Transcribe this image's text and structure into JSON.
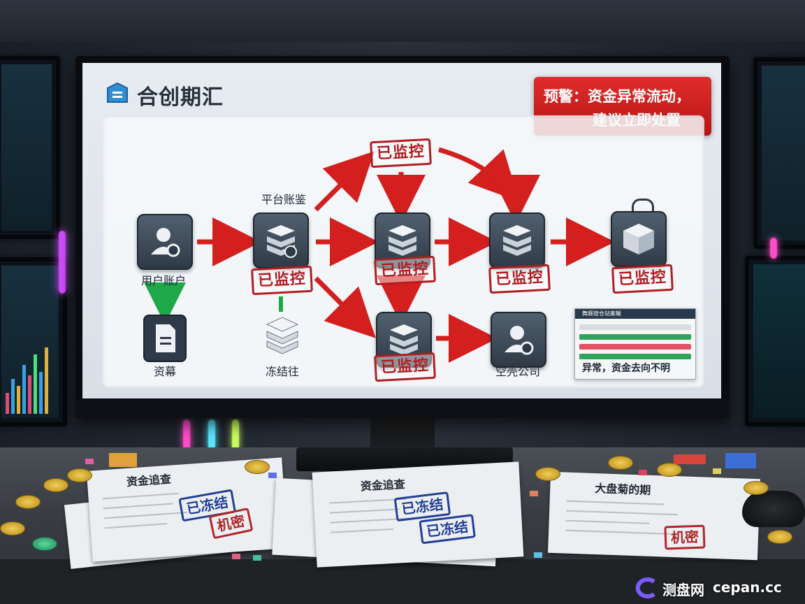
{
  "app": {
    "title": "合创期汇",
    "logo_icon": "shield-home-icon"
  },
  "alert": {
    "line1": "预警：资金异常流动，",
    "line2": "建议立即处置",
    "color": "#d42222"
  },
  "flow": {
    "nodes": {
      "user_account": {
        "label": "用户账户",
        "icon": "user-icon"
      },
      "source_doc": {
        "label": "资幕",
        "icon": "document-icon"
      },
      "platform_account": {
        "label": "平台账鉴",
        "icon": "server-stack-icon",
        "stamp": "已监控"
      },
      "frozen": {
        "label": "冻结往",
        "icon": "server-stack-icon"
      },
      "hub_top": {
        "stamp": "已监控",
        "icon": "server-stack-icon"
      },
      "mid_a": {
        "stamp": "已监控",
        "icon": "server-stack-icon"
      },
      "mid_b": {
        "stamp": "已监控",
        "icon": "server-stack-icon"
      },
      "mid_c": {
        "stamp": "已监控",
        "icon": "server-stack-icon"
      },
      "end_box": {
        "stamp": "已监控",
        "icon": "package-icon"
      },
      "shell_company": {
        "label": "空壳公司",
        "icon": "user-icon"
      }
    },
    "arrow_color": "#d41f1f",
    "frozen_link_color": "#1fa84a"
  },
  "mini_panel": {
    "title": "舞舰宿仓站案鲅",
    "warning": "异常，资金去向不明",
    "rows": [
      {
        "color": "#d9dde2"
      },
      {
        "color": "#2fa35a"
      },
      {
        "color": "#e05060"
      },
      {
        "color": "#2fa35a"
      }
    ]
  },
  "desk": {
    "left_paper": {
      "title": "资金追查",
      "stamp_frozen": "已冻结",
      "stamp_secret": "机密"
    },
    "mid_paper": {
      "title": "资金追查",
      "stamp_frozen_a": "已冻结",
      "stamp_frozen_b": "已冻结"
    },
    "right_paper": {
      "title": "大盘菊的期",
      "stamp_secret": "机密"
    }
  },
  "watermark": {
    "name": "测盘网",
    "domain": "cepan.cc"
  }
}
